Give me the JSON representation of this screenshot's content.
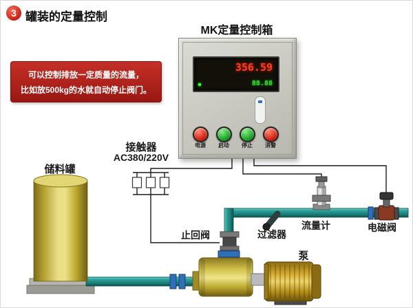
{
  "header": {
    "badge": "3",
    "title": "罐装的定量控制"
  },
  "note": {
    "line1": "可以控制排放一定质量的流量，",
    "line2": "比如放500kg的水就自动停止阀门。"
  },
  "control_box": {
    "label": "MK定量控制箱",
    "display_primary": "356.59",
    "display_secondary": "88.88",
    "buttons": [
      {
        "label": "电源"
      },
      {
        "label": "启动"
      },
      {
        "label": "停止"
      },
      {
        "label": "消警"
      }
    ]
  },
  "contactor": {
    "label": "接触器",
    "voltage": "AC380/220V"
  },
  "labels": {
    "tank": "储料罐",
    "check_valve": "止回阀",
    "filter": "过滤器",
    "flow_meter": "流量计",
    "solenoid_valve": "电磁阀",
    "pump": "泵"
  },
  "colors": {
    "pipe_teal": "#1f8a84",
    "tank_yellow": "#cdb945",
    "note_red": "#a81d1d",
    "badge_red": "#d42b1c",
    "button_red": "#d42414",
    "button_green": "#1da327",
    "display_red": "#ff3b24",
    "display_green": "#35e02c"
  }
}
